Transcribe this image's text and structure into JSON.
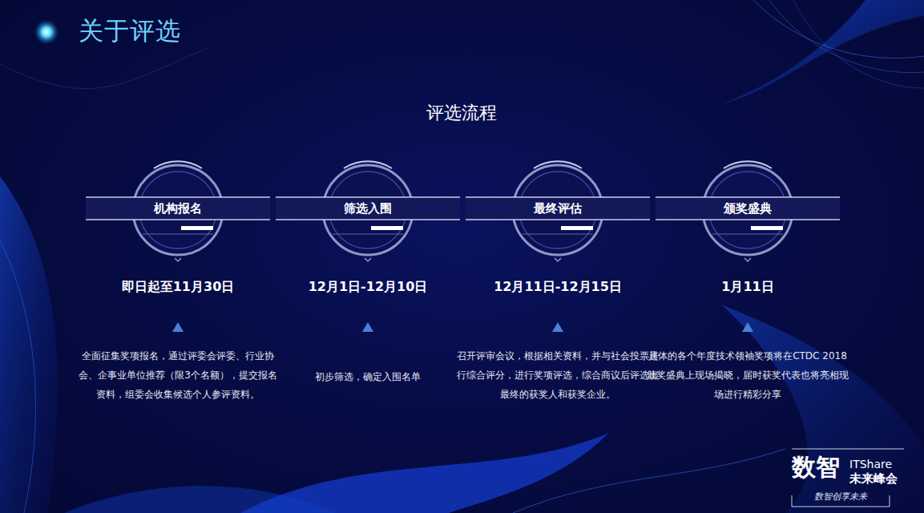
{
  "diagram": {
    "title": "关于评选",
    "nodes": [
      {
        "text": [
          "机构报名"
        ]
      },
      {
        "text": [
          "筛选入围"
        ]
      },
      {
        "text": [
          "最终评估"
        ]
      },
      {
        "text": [
          "颁奖盛典"
        ]
      }
    ],
    "labels": [
      "评选流程",
      "即日起至11月30日",
      "12月1日-12月10日",
      "12月11日-12月15日",
      "1月11日",
      "全面征集奖项报名，通过评委会评委、行业协会、企事业单位推荐（限3个名额），提交报名资料，组委会收集候选个人参评资料。",
      "初步筛选，确定入围名单",
      "召开评审会议，根据相关资料，并与社会投票进行综合评分，进行奖项评选，综合商议后评选出最终的获奖人和获奖企业。",
      "具体的各个年度技术领袖奖项将在CTDC 2018颁奖盛典上现场揭晓，届时获奖代表也将亮相现场进行精彩分享",
      "数智",
      "ITShare",
      "未来峰会",
      "数智创享未来"
    ]
  }
}
